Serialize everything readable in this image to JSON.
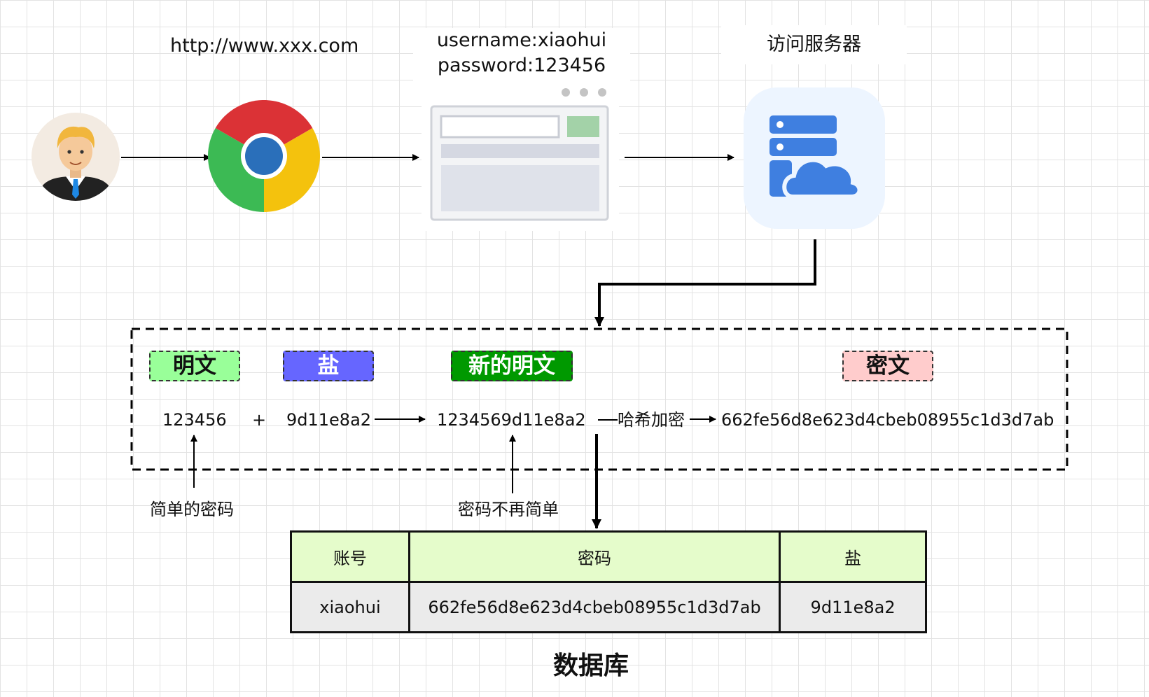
{
  "top": {
    "url": "http://www.xxx.com",
    "credentials_line1": "username:xiaohui",
    "credentials_line2": "password:123456",
    "server_label": "访问服务器"
  },
  "icons": [
    "user-avatar-icon",
    "chrome-browser-icon",
    "login-form-window-icon",
    "cloud-server-icon"
  ],
  "process": {
    "tags": {
      "plaintext": "明文",
      "salt": "盐",
      "new_plaintext": "新的明文",
      "ciphertext": "密文"
    },
    "plain_value": "123456",
    "plus": "+",
    "salt_value": "9d11e8a2",
    "new_plain_value": "1234569d11e8a2",
    "hash_label": "哈希加密",
    "cipher_value": "662fe56d8e623d4cbeb08955c1d3d7ab",
    "note_simple": "简单的密码",
    "note_not_simple": "密码不再简单"
  },
  "database": {
    "headers": [
      "账号",
      "密码",
      "盐"
    ],
    "row": [
      "xiaohui",
      "662fe56d8e623d4cbeb08955c1d3d7ab",
      "9d11e8a2"
    ],
    "title": "数据库"
  },
  "colors": {
    "plaintext_tag": "#99ff99",
    "salt_tag": "#6666ff",
    "new_plaintext_tag": "#009900",
    "ciphertext_tag": "#ffcccc",
    "table_header": "#e5fccb",
    "table_row": "#ebebeb"
  }
}
